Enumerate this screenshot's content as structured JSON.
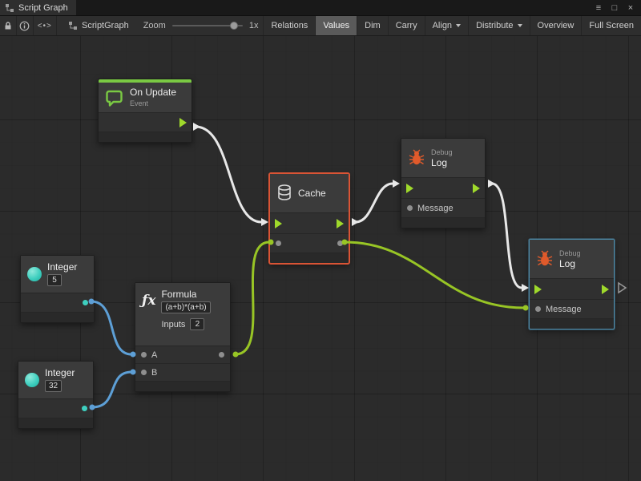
{
  "window": {
    "tab_title": "Script Graph"
  },
  "icons": {
    "menu": "≡",
    "maximize": "□",
    "close": "×",
    "code_toggle": "<•>",
    "formula": "ƒx"
  },
  "toolbar": {
    "graph_name": "ScriptGraph",
    "zoom_label": "Zoom",
    "zoom_value": "1x",
    "buttons": [
      {
        "label": "Relations",
        "active": false,
        "dropdown": false
      },
      {
        "label": "Values",
        "active": true,
        "dropdown": false
      },
      {
        "label": "Dim",
        "active": false,
        "dropdown": false
      },
      {
        "label": "Carry",
        "active": false,
        "dropdown": false
      },
      {
        "label": "Align",
        "active": false,
        "dropdown": true
      },
      {
        "label": "Distribute",
        "active": false,
        "dropdown": true
      },
      {
        "label": "Overview",
        "active": false,
        "dropdown": false
      },
      {
        "label": "Full Screen",
        "active": false,
        "dropdown": false
      }
    ]
  },
  "nodes": {
    "on_update": {
      "title": "On Update",
      "subtitle": "Event"
    },
    "cache": {
      "title": "Cache",
      "selected": true
    },
    "debug_log_top": {
      "category": "Debug",
      "title": "Log",
      "input_label": "Message"
    },
    "debug_log_bottom": {
      "category": "Debug",
      "title": "Log",
      "input_label": "Message",
      "highlighted": true
    },
    "integer_top": {
      "title": "Integer",
      "value": "5"
    },
    "integer_bottom": {
      "title": "Integer",
      "value": "32"
    },
    "formula": {
      "title": "Formula",
      "expression": "(a+b)*(a+b)",
      "inputs_label": "Inputs",
      "inputs_count": "2",
      "input_a": "A",
      "input_b": "B"
    }
  },
  "colors": {
    "flow_green": "#9fd92b",
    "event_green": "#7ac943",
    "wire_white": "#e8e8e8",
    "wire_green": "#98c525",
    "wire_blue": "#5d9fd6",
    "selection_red": "#d95435",
    "selection_blue": "#4d8aa8",
    "integer_teal": "#3ecfbf",
    "bug_orange": "#e05a2b"
  }
}
